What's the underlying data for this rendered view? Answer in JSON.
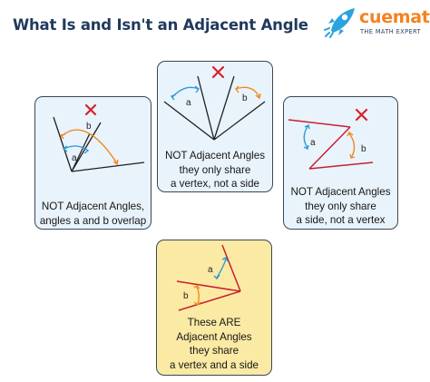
{
  "header": {
    "title": "What Is and Isn't an Adjacent Angle"
  },
  "logo": {
    "name": "cuemath",
    "tagline": "THE MATH EXPERT"
  },
  "angle_labels": {
    "a": "a",
    "b": "b"
  },
  "cards": {
    "left": {
      "lines": [
        "NOT Adjacent Angles,",
        "angles a and b overlap"
      ],
      "valid": false
    },
    "top": {
      "lines": [
        "NOT Adjacent Angles",
        "they only share",
        "a vertex, not a side"
      ],
      "valid": false
    },
    "right": {
      "lines": [
        "NOT Adjacent Angles",
        "they only share",
        "a side, not a vertex"
      ],
      "valid": false
    },
    "bottom": {
      "lines": [
        "These ARE",
        "Adjacent Angles",
        "they share",
        "a vertex and a side"
      ],
      "valid": true
    }
  },
  "colors": {
    "title": "#1f3a5c",
    "brand": "#f58220",
    "cross": "#d8222a",
    "arc_a": "#2b9cd8",
    "arc_b": "#ef8a1f",
    "line": "#202020",
    "red_line": "#c8202e",
    "card_blue": "#e9f3fb",
    "card_yellow": "#fbeaa4"
  }
}
